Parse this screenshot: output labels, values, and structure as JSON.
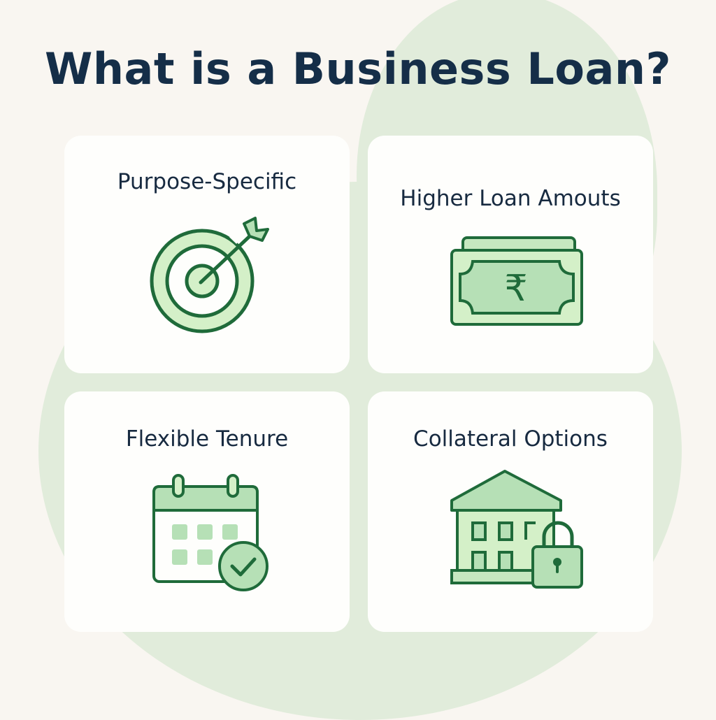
{
  "title": "What is a Business Loan?",
  "colors": {
    "background": "#f9f6f1",
    "blob": "#e1ecdb",
    "card": "#fefefc",
    "title_text": "#152e48",
    "icon_stroke": "#1f6b3a",
    "icon_fill_light": "#d4f0c8",
    "icon_fill_mid": "#b6e0b6"
  },
  "cards": [
    {
      "label": "Purpose-Specific",
      "icon": "target-arrow-icon"
    },
    {
      "label": "Higher Loan Amouts",
      "icon": "rupee-banknote-icon"
    },
    {
      "label": "Flexible Tenure",
      "icon": "calendar-check-icon"
    },
    {
      "label": "Collateral Options",
      "icon": "bank-lock-icon"
    }
  ]
}
